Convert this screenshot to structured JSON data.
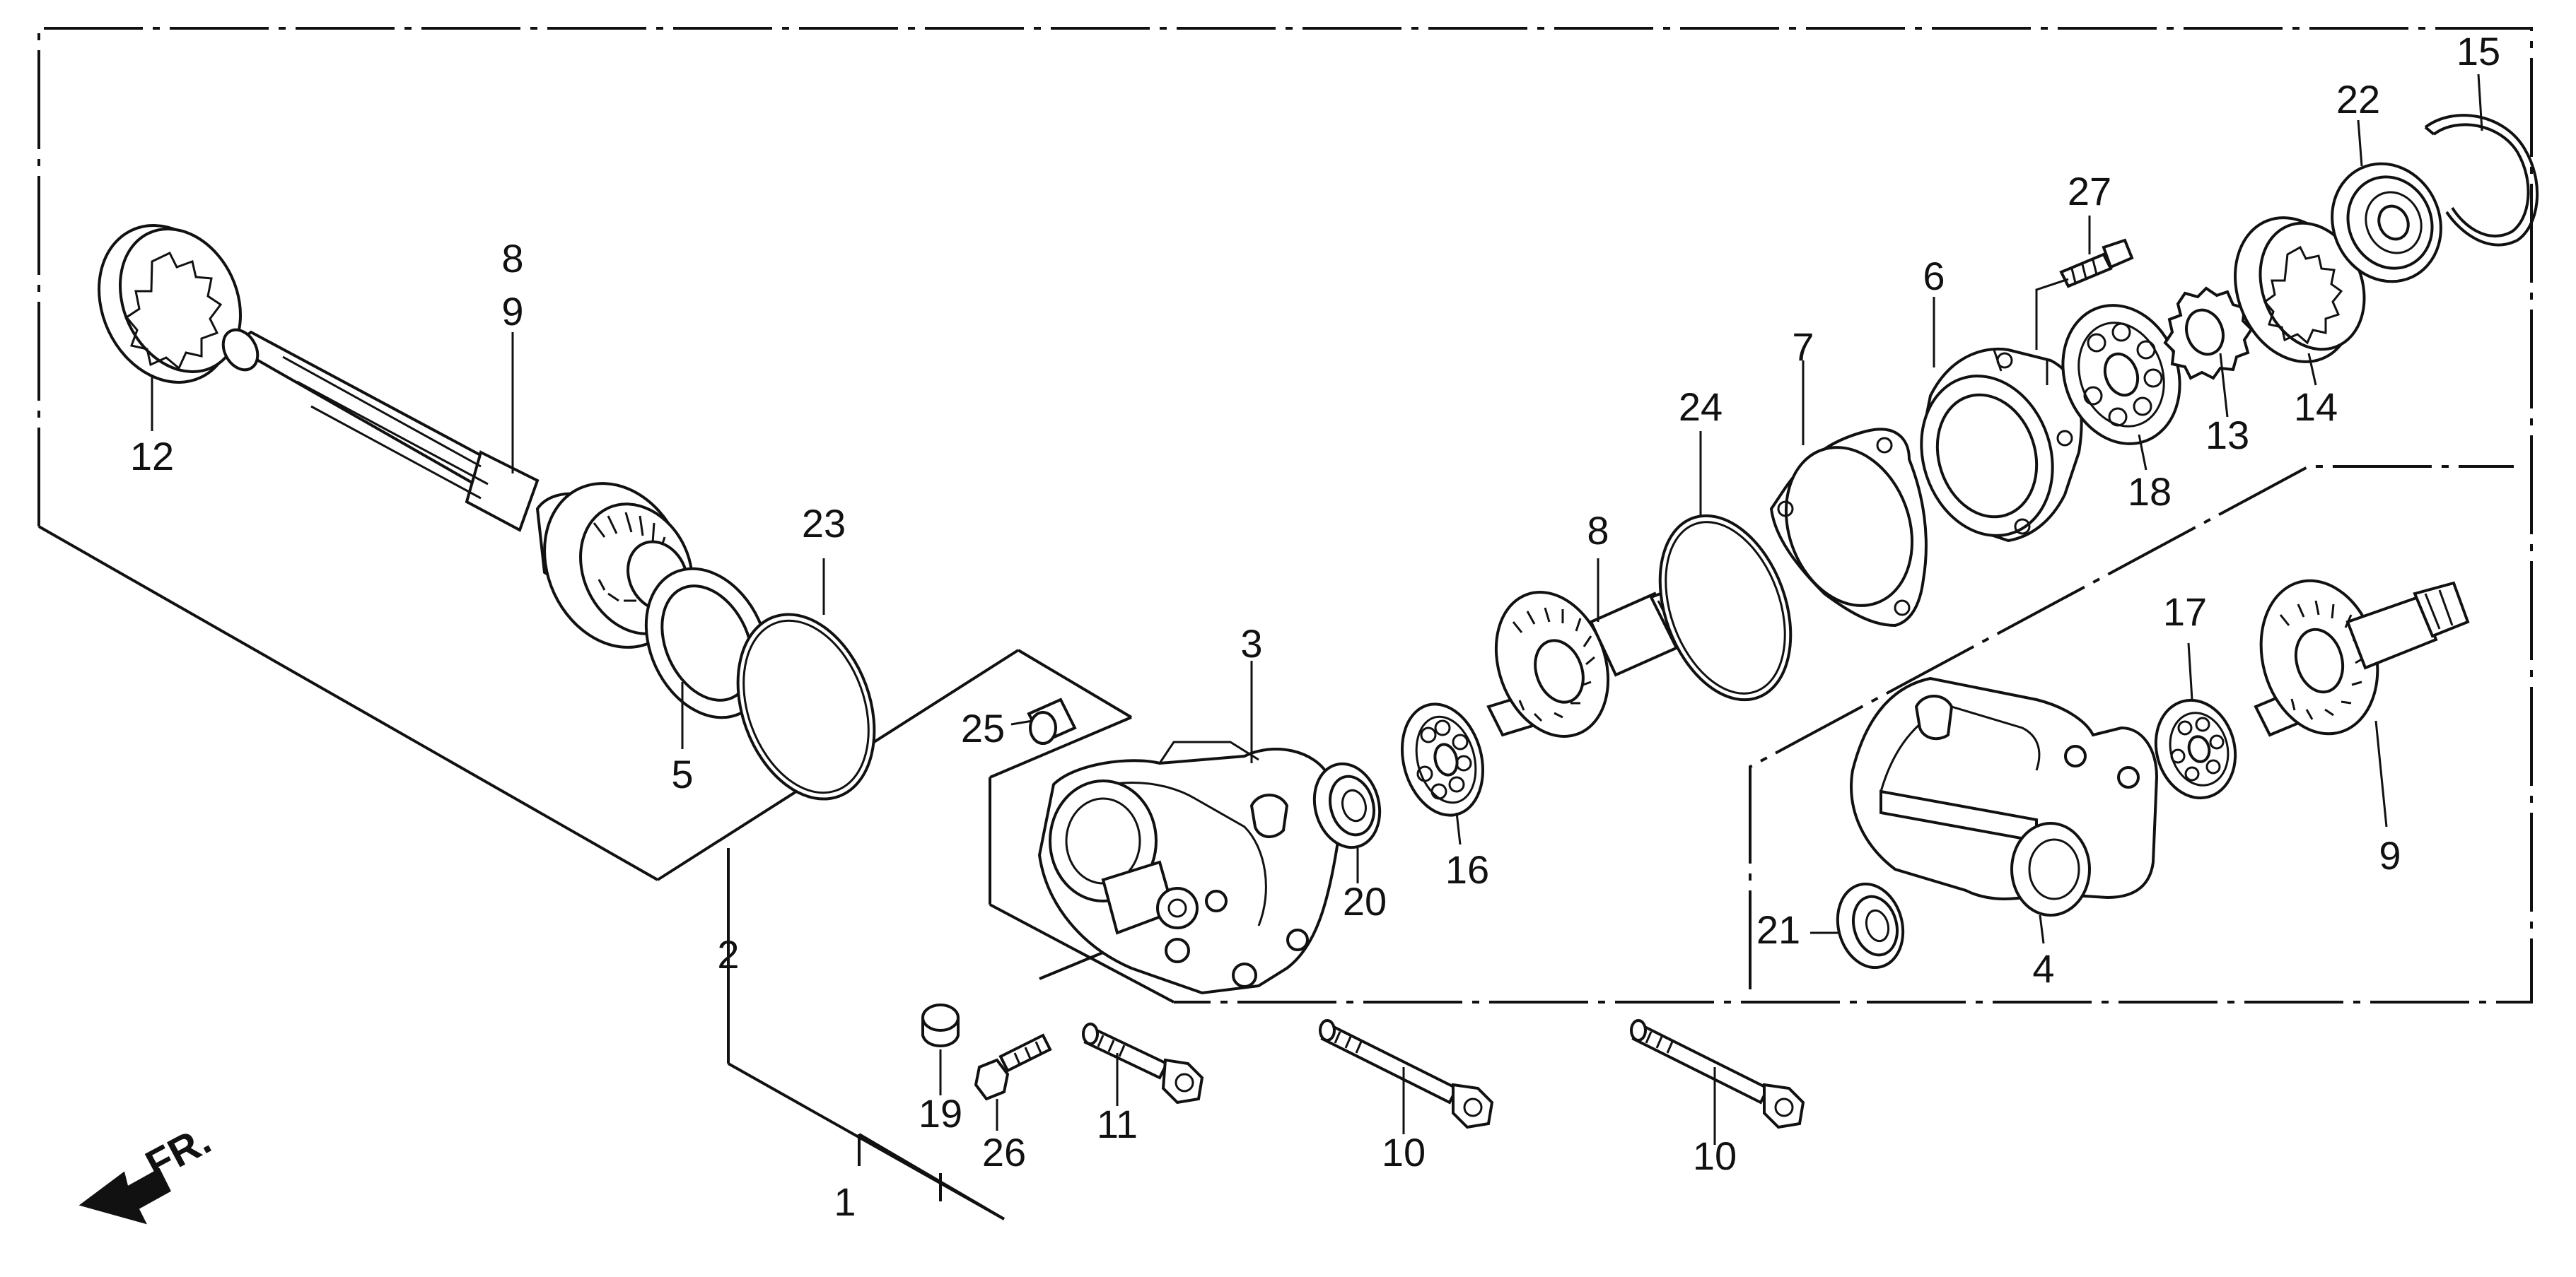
{
  "callouts": {
    "c1": "1",
    "c2": "2",
    "c3": "3",
    "c4": "4",
    "c5": "5",
    "c6": "6",
    "c7": "7",
    "c8a": "8",
    "c8b": "8",
    "c9a": "9",
    "c9b": "9",
    "c10a": "10",
    "c10b": "10",
    "c11": "11",
    "c12": "12",
    "c13": "13",
    "c14": "14",
    "c15": "15",
    "c16": "16",
    "c17": "17",
    "c18": "18",
    "c19": "19",
    "c20": "20",
    "c21": "21",
    "c22": "22",
    "c23": "23",
    "c24": "24",
    "c25": "25",
    "c26": "26",
    "c27": "27"
  },
  "direction": {
    "label": "FR."
  },
  "colors": {
    "ink": "#111111",
    "paper": "#ffffff"
  }
}
